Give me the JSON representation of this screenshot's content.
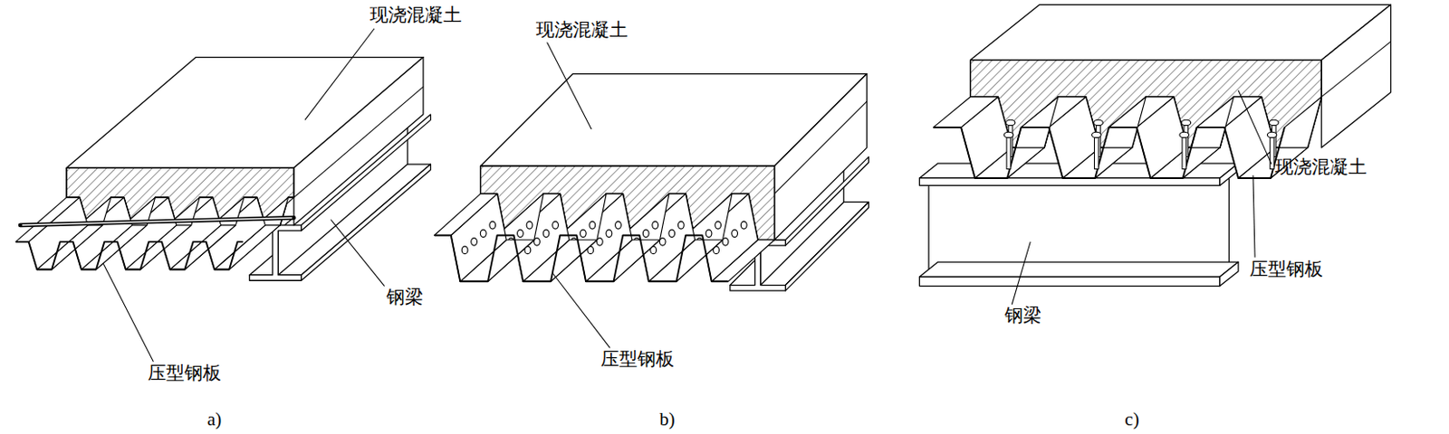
{
  "diagram": {
    "labels": [
      "现浇混凝土",
      "钢梁",
      "压型钢板",
      "a)",
      "现浇混凝土",
      "压型钢板",
      "b)",
      "现浇混凝土",
      "压型钢板",
      "钢梁",
      "c)"
    ]
  }
}
